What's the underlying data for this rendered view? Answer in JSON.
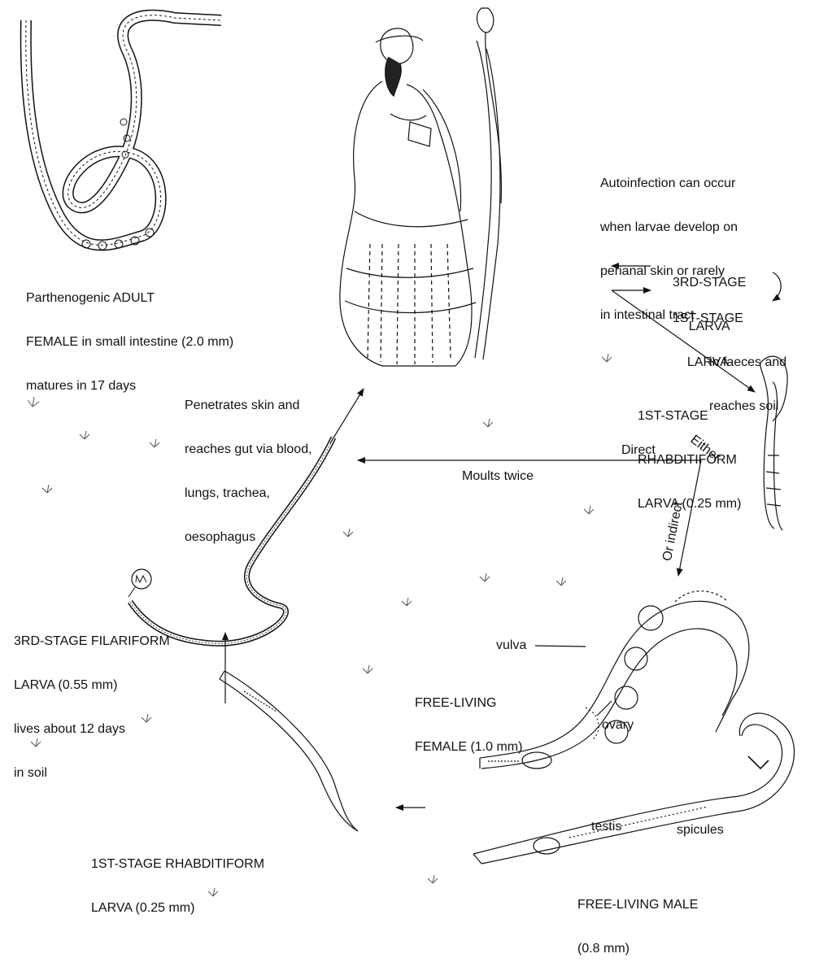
{
  "adult_female": [
    "Parthenogenic ADULT",
    "FEMALE in small intestine (2.0 mm)",
    "matures in 17 days"
  ],
  "autoinfection": [
    "Autoinfection can occur",
    "when larvae develop on",
    "perianal skin or rarely",
    "in intestinal tract"
  ],
  "third_stage_larva": [
    "3RD-STAGE",
    "LARVA"
  ],
  "first_stage_larva": [
    "1ST-STAGE",
    "LARVA"
  ],
  "faeces": [
    "in faeces and",
    "reaches soil"
  ],
  "rhabditiform_top": [
    "1ST-STAGE",
    "RHABDITIFORM",
    "LARVA (0.25 mm)"
  ],
  "penetrates": [
    "Penetrates skin and",
    "reaches gut via blood,",
    "lungs, trachea,",
    "oesophagus"
  ],
  "direct": "Direct",
  "moults_twice": "Moults twice",
  "either": "Either",
  "or_indirect": "Or indirect",
  "filariform": [
    "3RD-STAGE FILARIFORM",
    "LARVA (0.55 mm)",
    "lives about 12 days",
    "in soil"
  ],
  "vulva": "vulva",
  "free_living_female": [
    "FREE-LIVING",
    "FEMALE (1.0 mm)"
  ],
  "ovary": "ovary",
  "testis": "testis",
  "spicules": "spicules",
  "rhabditiform_bottom": [
    "1ST-STAGE RHABDITIFORM",
    "LARVA (0.25 mm)"
  ],
  "free_living_male": [
    "FREE-LIVING MALE",
    "(0.8 mm)"
  ]
}
